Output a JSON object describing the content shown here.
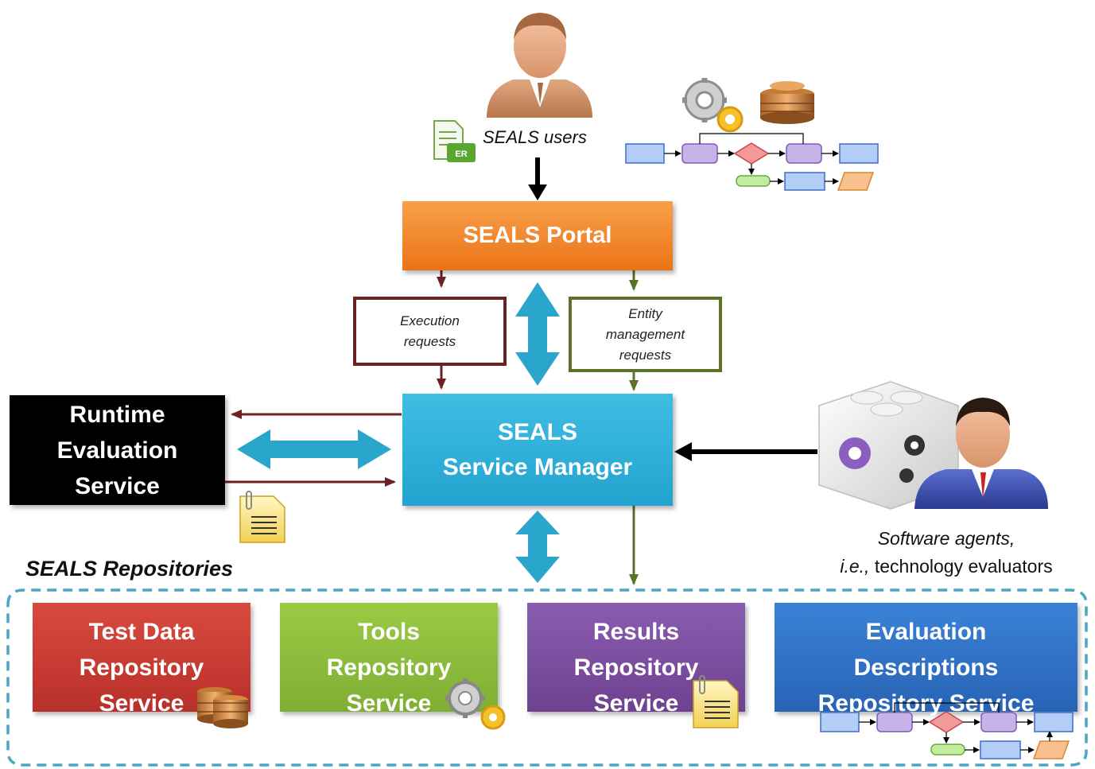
{
  "users_label": "SEALS users",
  "document_icon_badge": "ER",
  "portal_label": "SEALS Portal",
  "execution_requests": [
    "Execution",
    "requests"
  ],
  "entity_requests": [
    "Entity",
    "management",
    "requests"
  ],
  "runtime_service": [
    "Runtime",
    "Evaluation",
    "Service"
  ],
  "service_manager": [
    "SEALS",
    "Service Manager"
  ],
  "software_agents": {
    "line1": "Software agents,",
    "line2_italic": "i.e.,",
    "line2_rest": " technology evaluators"
  },
  "repositories_title": "SEALS Repositories",
  "repositories": [
    {
      "lines": [
        "Test Data",
        "Repository",
        "Service"
      ],
      "color": "#cf3d32",
      "icon": "database-icon"
    },
    {
      "lines": [
        "Tools",
        "Repository",
        "Service"
      ],
      "color": "#8fbf3f",
      "icon": "gears-icon"
    },
    {
      "lines": [
        "Results",
        "Repository",
        "Service"
      ],
      "color": "#7e4fa0",
      "icon": "document-icon"
    },
    {
      "lines": [
        "Evaluation",
        "Descriptions",
        "Repository Service"
      ],
      "color": "#2e74c9",
      "icon": "workflow-icon"
    }
  ],
  "colors": {
    "portal": "#f07f1b",
    "manager": "#2fb1d8",
    "runtime": "#000000",
    "execution_arrow": "#6b2222",
    "entity_arrow": "#5b7228",
    "double_arrow": "#2aa6cc",
    "dashed_border": "#4aa6c2"
  }
}
